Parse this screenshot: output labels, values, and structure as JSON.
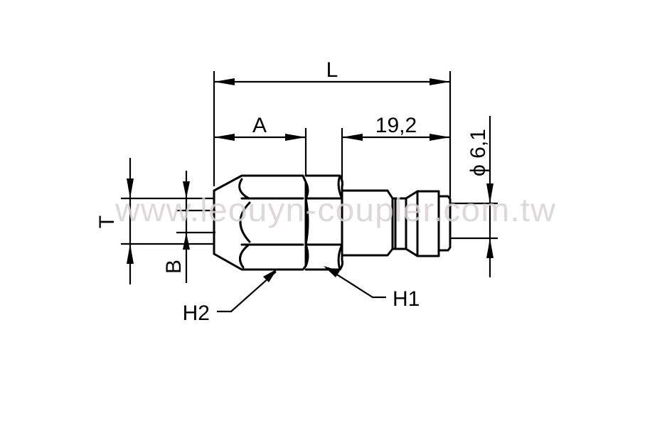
{
  "drawing": {
    "subject": "Quick coupler plug with hex nut (technical dimension drawing)",
    "watermark": "www.leouyn-coupler.com.tw",
    "colors": {
      "line": "#000000",
      "background": "#ffffff",
      "watermark": "#d9d1d1"
    },
    "dimensions": {
      "overall_length": {
        "label": "L"
      },
      "nut_length": {
        "label": "A"
      },
      "plug_length": {
        "label": "19,2"
      },
      "plug_diameter": {
        "label": "ϕ 6,1"
      },
      "tube_outer": {
        "label": "T"
      },
      "tube_bore": {
        "label": "B"
      }
    },
    "callouts": {
      "h1": {
        "label": "H1"
      },
      "h2": {
        "label": "H2"
      }
    }
  }
}
